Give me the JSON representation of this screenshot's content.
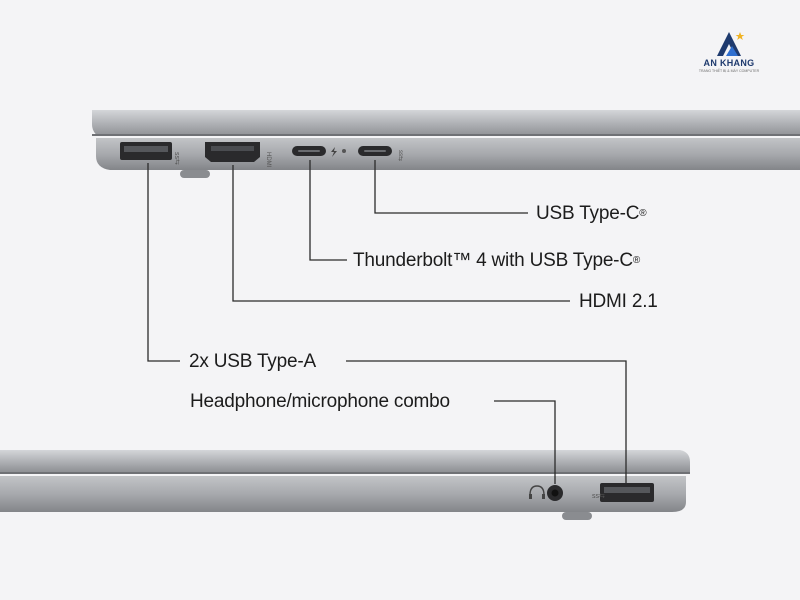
{
  "logo": {
    "name": "AN KHANG",
    "tagline": "TRANG THIẾT BỊ & MÁY COMPUTER",
    "colors": {
      "navy": "#1e3a6e",
      "blue": "#2f6fd0",
      "star": "#f0b323"
    }
  },
  "labels": {
    "usb_c": "USB Type-C",
    "thunderbolt": "Thunderbolt™ 4 with USB Type-C",
    "hdmi": "HDMI 2.1",
    "usb_a": "2x USB Type-A",
    "audio": "Headphone/microphone combo",
    "registered_mark": "®"
  },
  "port_icons": {
    "hdmi": "HDMI",
    "usb_a": "ss⇆",
    "usb_c": "ss⇆"
  },
  "colors": {
    "background": "#f4f4f6",
    "chassis": "#a8aaae",
    "chassis_light": "#c9cbce",
    "chassis_dark": "#7d7f83",
    "port": "#2a2a2c",
    "line": "#2b2b2b"
  }
}
